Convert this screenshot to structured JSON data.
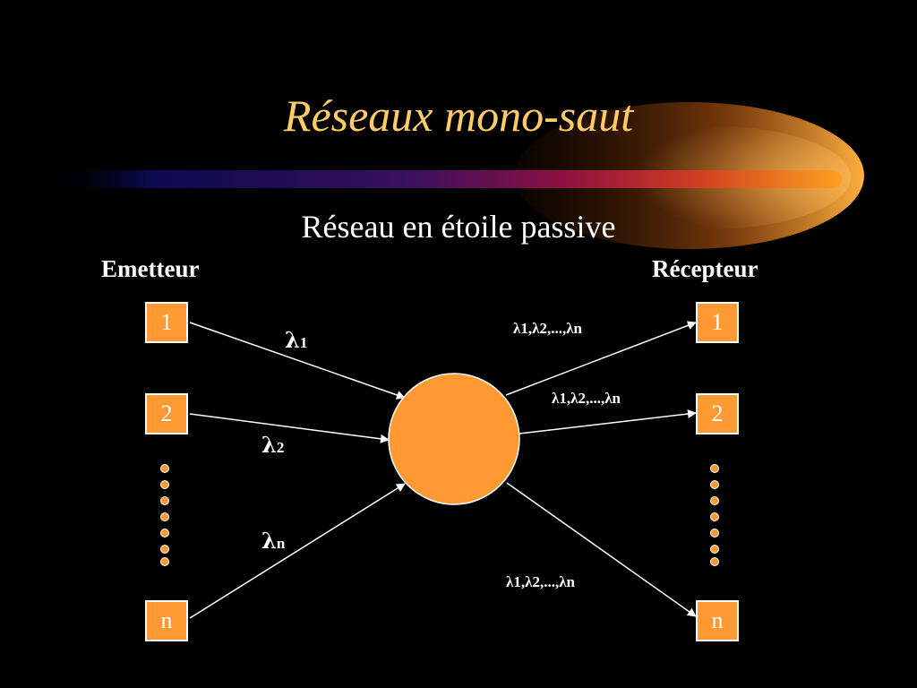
{
  "slide": {
    "title": "Réseaux mono-saut",
    "subtitle": "Réseau en étoile passive"
  },
  "emitter": {
    "heading": "Emetteur",
    "nodes": [
      "1",
      "2",
      "n"
    ]
  },
  "receiver": {
    "heading": "Récepteur",
    "nodes": [
      "1",
      "2",
      "n"
    ]
  },
  "wavelength_labels": {
    "in_1": {
      "symbol": "λ",
      "sub": "1"
    },
    "in_2": {
      "symbol": "λ",
      "sub": "2"
    },
    "in_n": {
      "symbol": "λ",
      "sub": "n"
    },
    "out_text": "λ1,λ2,...,λn"
  },
  "colors": {
    "title": "#ffcc66",
    "node_fill": "#ff9933",
    "star_coupler": "#ff9933",
    "text": "#ffffff",
    "background": "#000000"
  }
}
